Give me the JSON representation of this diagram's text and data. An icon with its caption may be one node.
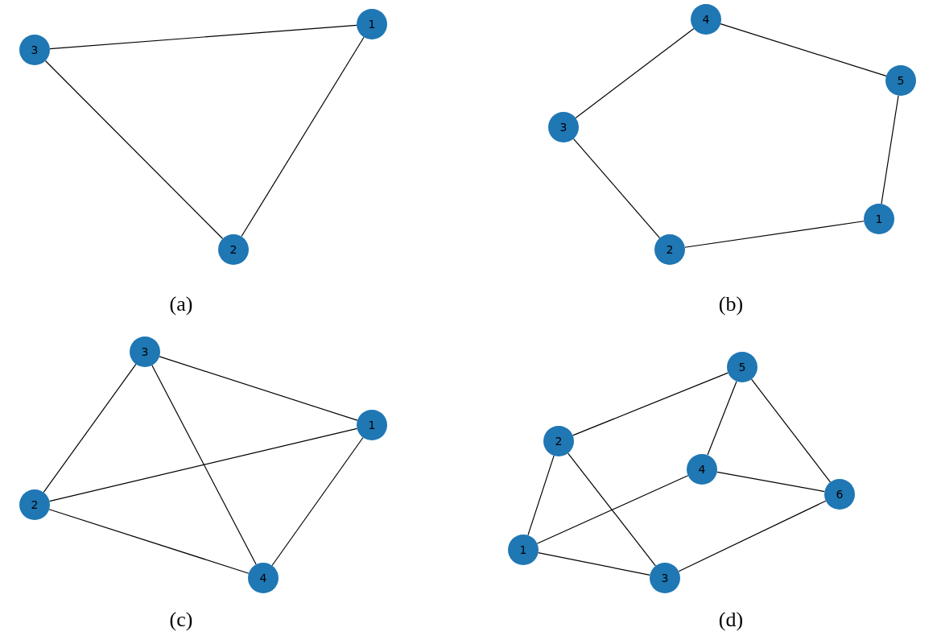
{
  "diagram": {
    "nodes": [
      {
        "text": [
          "1"
        ]
      },
      {
        "text": [
          "3"
        ]
      },
      {
        "text": [
          "2"
        ]
      },
      {
        "text": [
          "4"
        ]
      },
      {
        "text": [
          "5"
        ]
      },
      {
        "text": [
          "3"
        ]
      },
      {
        "text": [
          "1"
        ]
      },
      {
        "text": [
          "2"
        ]
      },
      {
        "text": [
          "3"
        ]
      },
      {
        "text": [
          "1"
        ]
      },
      {
        "text": [
          "2"
        ]
      },
      {
        "text": [
          "4"
        ]
      },
      {
        "text": [
          "5"
        ]
      },
      {
        "text": [
          "2"
        ]
      },
      {
        "text": [
          "4"
        ]
      },
      {
        "text": [
          "6"
        ]
      },
      {
        "text": [
          "1"
        ]
      },
      {
        "text": [
          "3"
        ]
      }
    ],
    "edges": [
      {
        "from": 1,
        "to": 0,
        "arrow": "none"
      },
      {
        "from": 1,
        "to": 2,
        "arrow": "none"
      },
      {
        "from": 0,
        "to": 2,
        "arrow": "none"
      },
      {
        "from": 3,
        "to": 4,
        "arrow": "none"
      },
      {
        "from": 3,
        "to": 5,
        "arrow": "none"
      },
      {
        "from": 5,
        "to": 7,
        "arrow": "none"
      },
      {
        "from": 7,
        "to": 6,
        "arrow": "none"
      },
      {
        "from": 6,
        "to": 4,
        "arrow": "none"
      },
      {
        "from": 8,
        "to": 9,
        "arrow": "none"
      },
      {
        "from": 8,
        "to": 10,
        "arrow": "none"
      },
      {
        "from": 8,
        "to": 11,
        "arrow": "none"
      },
      {
        "from": 10,
        "to": 9,
        "arrow": "none"
      },
      {
        "from": 10,
        "to": 11,
        "arrow": "none"
      },
      {
        "from": 9,
        "to": 11,
        "arrow": "none"
      },
      {
        "from": 13,
        "to": 12,
        "arrow": "none"
      },
      {
        "from": 12,
        "to": 14,
        "arrow": "none"
      },
      {
        "from": 12,
        "to": 15,
        "arrow": "none"
      },
      {
        "from": 14,
        "to": 15,
        "arrow": "none"
      },
      {
        "from": 14,
        "to": 16,
        "arrow": "none"
      },
      {
        "from": 13,
        "to": 16,
        "arrow": "none"
      },
      {
        "from": 13,
        "to": 17,
        "arrow": "none"
      },
      {
        "from": 16,
        "to": 17,
        "arrow": "none"
      },
      {
        "from": 17,
        "to": 15,
        "arrow": "none"
      }
    ],
    "labels": [
      "(a)",
      "(b)",
      "(c)",
      "(d)"
    ]
  }
}
